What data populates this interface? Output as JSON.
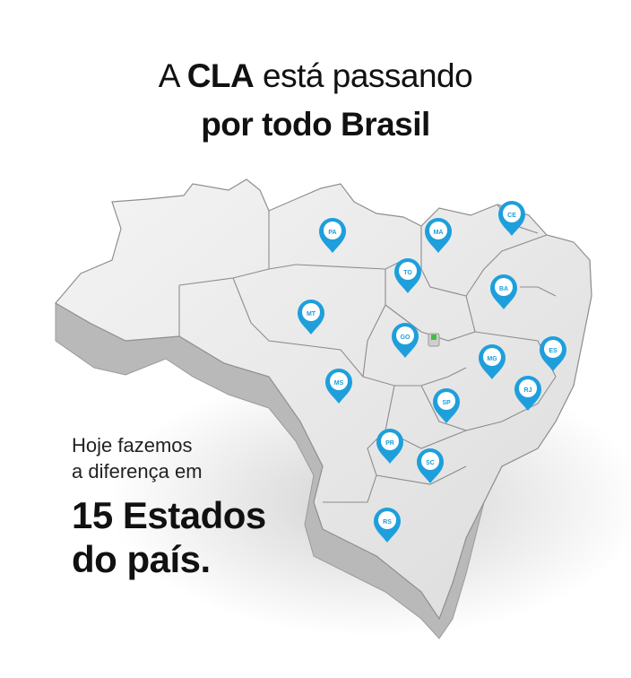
{
  "headline": {
    "prefix": "A ",
    "brand": "CLA",
    "suffix": " está passando",
    "line2": "por todo Brasil"
  },
  "side": {
    "line1": "Hoje fazemos",
    "line2": "a diferença em",
    "big1": "15 Estados",
    "big2_word": "do país",
    "big2_dot": "."
  },
  "colors": {
    "pin": "#1e9fdc",
    "map_top": "#e9e9e9",
    "map_side": "#bdbdbd",
    "border": "#8a8a8a",
    "highlight": "#3fbf3f"
  },
  "pins": [
    {
      "code": "PA"
    },
    {
      "code": "MA"
    },
    {
      "code": "CE"
    },
    {
      "code": "TO"
    },
    {
      "code": "BA"
    },
    {
      "code": "MT"
    },
    {
      "code": "GO"
    },
    {
      "code": "MG"
    },
    {
      "code": "ES"
    },
    {
      "code": "MS"
    },
    {
      "code": "SP"
    },
    {
      "code": "RJ"
    },
    {
      "code": "PR"
    },
    {
      "code": "SC"
    },
    {
      "code": "RS"
    }
  ]
}
